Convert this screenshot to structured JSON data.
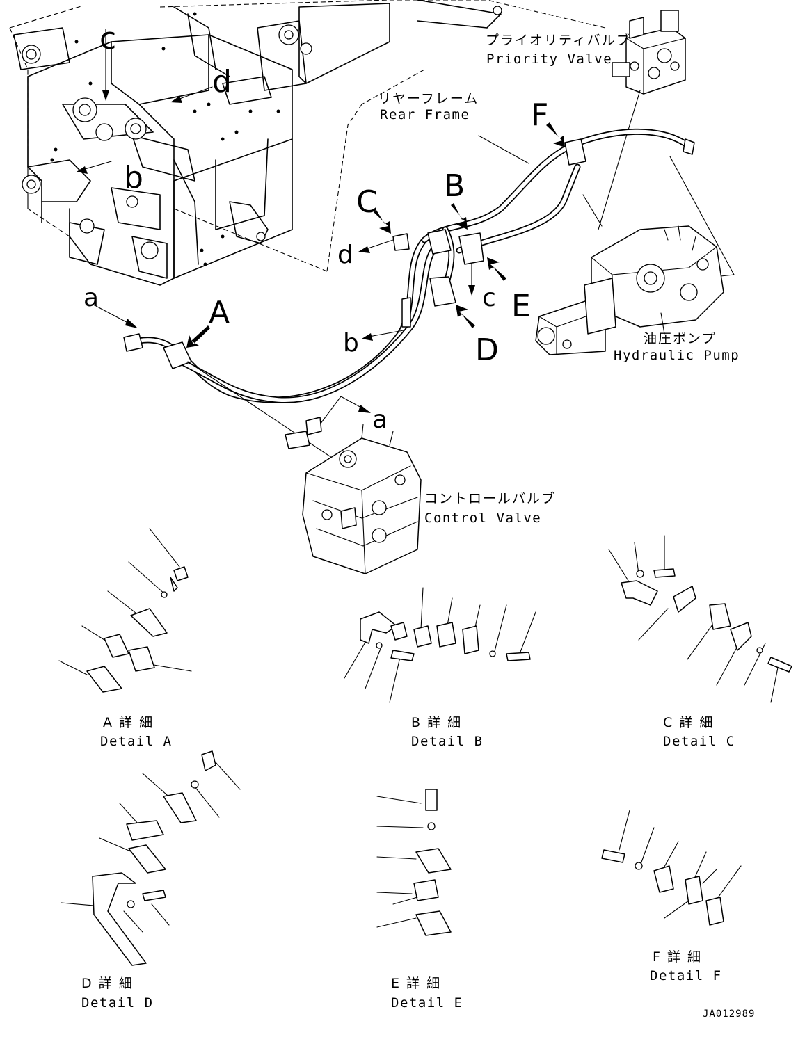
{
  "labels": {
    "priority_valve_jp": "プライオリティバルブ",
    "priority_valve_en": "Priority Valve",
    "rear_frame_jp": "リヤーフレーム",
    "rear_frame_en": "Rear Frame",
    "hydraulic_pump_jp": "油圧ポンプ",
    "hydraulic_pump_en": "Hydraulic Pump",
    "control_valve_jp": "コントロールバルブ",
    "control_valve_en": "Control Valve"
  },
  "callouts": {
    "A": "A",
    "B": "B",
    "C": "C",
    "D": "D",
    "E": "E",
    "F": "F"
  },
  "refs": {
    "a": "a",
    "b": "b",
    "c": "c",
    "d": "d"
  },
  "details": {
    "A": {
      "jp": "A 詳 細",
      "en": "Detail A"
    },
    "B": {
      "jp": "B 詳 細",
      "en": "Detail B"
    },
    "C": {
      "jp": "C 詳 細",
      "en": "Detail C"
    },
    "D": {
      "jp": "D 詳 細",
      "en": "Detail D"
    },
    "E": {
      "jp": "E 詳 細",
      "en": "Detail E"
    },
    "F": {
      "jp": "F 詳 細",
      "en": "Detail F"
    }
  },
  "drawing_code": "JA012989"
}
